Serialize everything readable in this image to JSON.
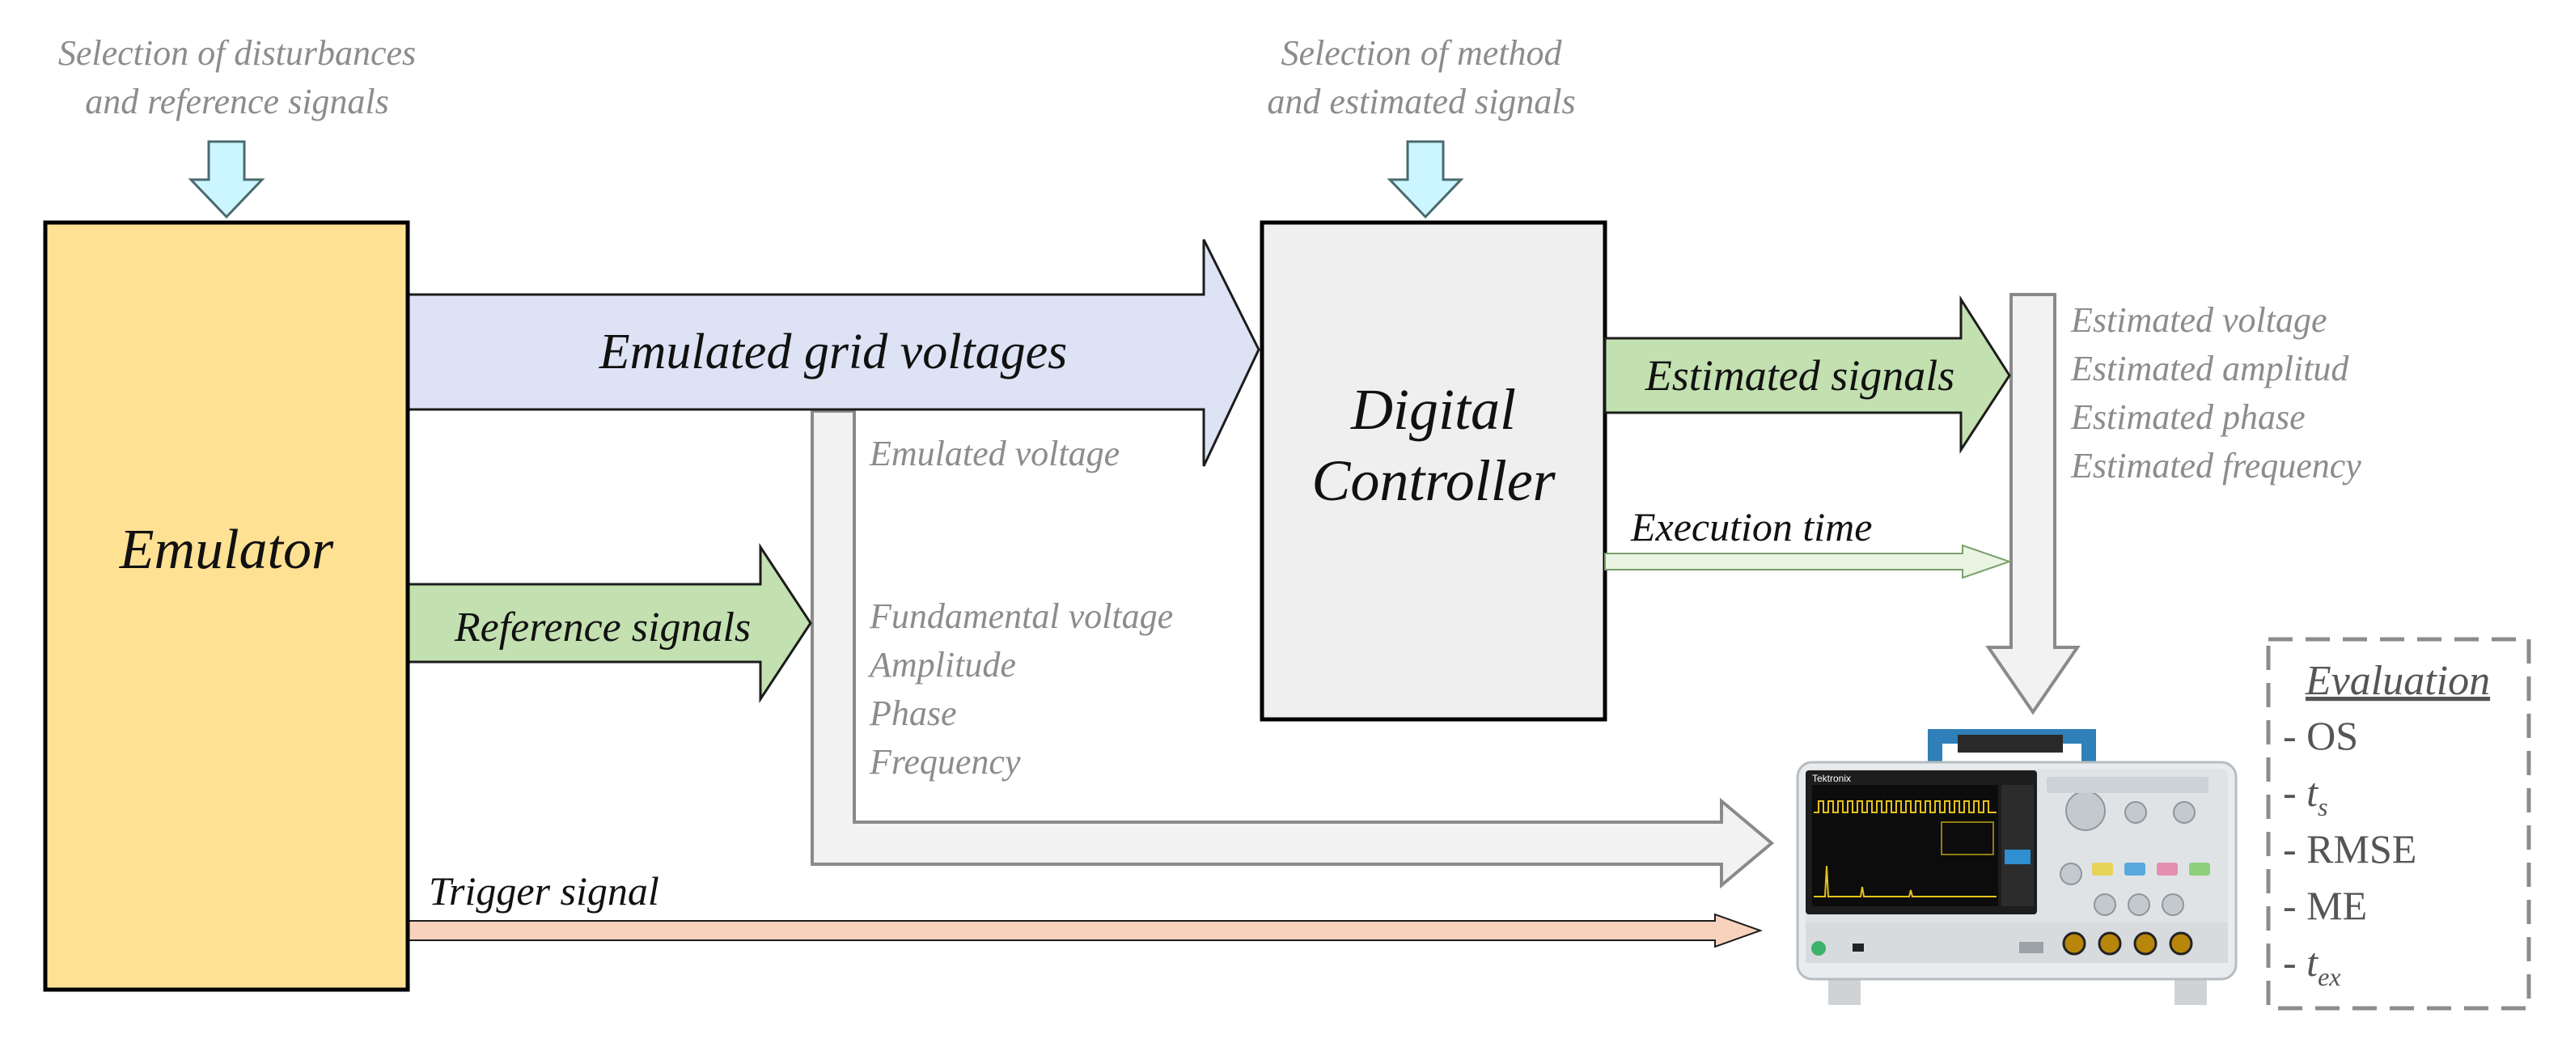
{
  "inputs": {
    "emulator_top_line1": "Selection of  disturbances",
    "emulator_top_line2": "and reference signals",
    "controller_top_line1": "Selection of method",
    "controller_top_line2": "and estimated signals"
  },
  "blocks": {
    "emulator": "Emulator",
    "controller_line1": "Digital",
    "controller_line2": "Controller"
  },
  "arrows": {
    "emulated_grid": "Emulated grid voltages",
    "reference": "Reference signals",
    "estimated": "Estimated signals",
    "execution": "Execution time",
    "trigger": "Trigger signal"
  },
  "lists": {
    "emulated_voltage": "Emulated voltage",
    "reference_items": [
      "Fundamental voltage",
      "Amplitude",
      "Phase",
      "Frequency"
    ],
    "estimated_items": [
      "Estimated voltage",
      "Estimated amplitud",
      "Estimated phase",
      "Estimated frequency"
    ]
  },
  "oscilloscope": {
    "brand": "Tektronix"
  },
  "evaluation": {
    "title": "Evaluation",
    "items": [
      {
        "prefix": "- ",
        "text": "OS",
        "sub": ""
      },
      {
        "prefix": "- ",
        "text": "t",
        "sub": "s"
      },
      {
        "prefix": "- ",
        "text": "RMSE",
        "sub": ""
      },
      {
        "prefix": "- ",
        "text": "ME",
        "sub": ""
      },
      {
        "prefix": "- ",
        "text": "t",
        "sub": "ex"
      }
    ]
  },
  "colors": {
    "emulator_fill": "#ffe194",
    "controller_fill": "#efefef",
    "grid_arrow_fill": "#dde3f5",
    "green_arrow_fill": "#c3e0b0",
    "input_arrow_fill": "#ccf6ff",
    "gray_arrow_fill": "#f2f2f2",
    "trigger_fill": "#f8d2bc",
    "execution_fill": "#e9f4e3"
  }
}
